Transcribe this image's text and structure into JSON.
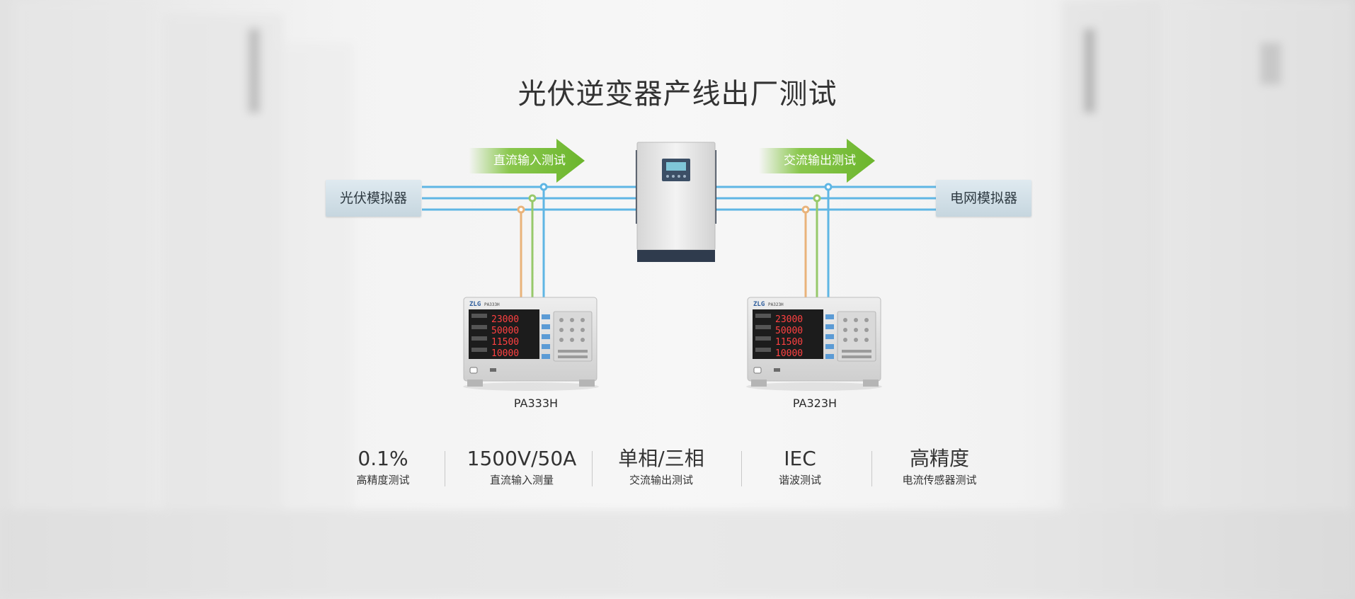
{
  "title": "光伏逆变器产线出厂测试",
  "pv_simulator_label": "光伏模拟器",
  "grid_simulator_label": "电网模拟器",
  "dc_arrow_label": "直流输入测试",
  "ac_arrow_label": "交流输出测试",
  "analyzers": [
    {
      "model": "PA333H",
      "brand": "ZLG",
      "readings": [
        "23000",
        "50000",
        "11500",
        "10000"
      ]
    },
    {
      "model": "PA323H",
      "brand": "ZLG",
      "readings": [
        "23000",
        "50000",
        "11500",
        "10000"
      ]
    }
  ],
  "stats": [
    {
      "value": "0.1%",
      "label": "高精度测试"
    },
    {
      "value": "1500V/50A",
      "label": "直流输入测量"
    },
    {
      "value": "单相/三相",
      "label": "交流输出测试"
    },
    {
      "value": "IEC",
      "label": "谐波测试"
    },
    {
      "value": "高精度",
      "label": "电流传感器测试"
    }
  ],
  "colors": {
    "wire_blue": "#5fb6e4",
    "wire_orange": "#e9b37a",
    "wire_green": "#97c96b",
    "arrow_green": "#7ec23b",
    "display_red": "#ff4141"
  }
}
